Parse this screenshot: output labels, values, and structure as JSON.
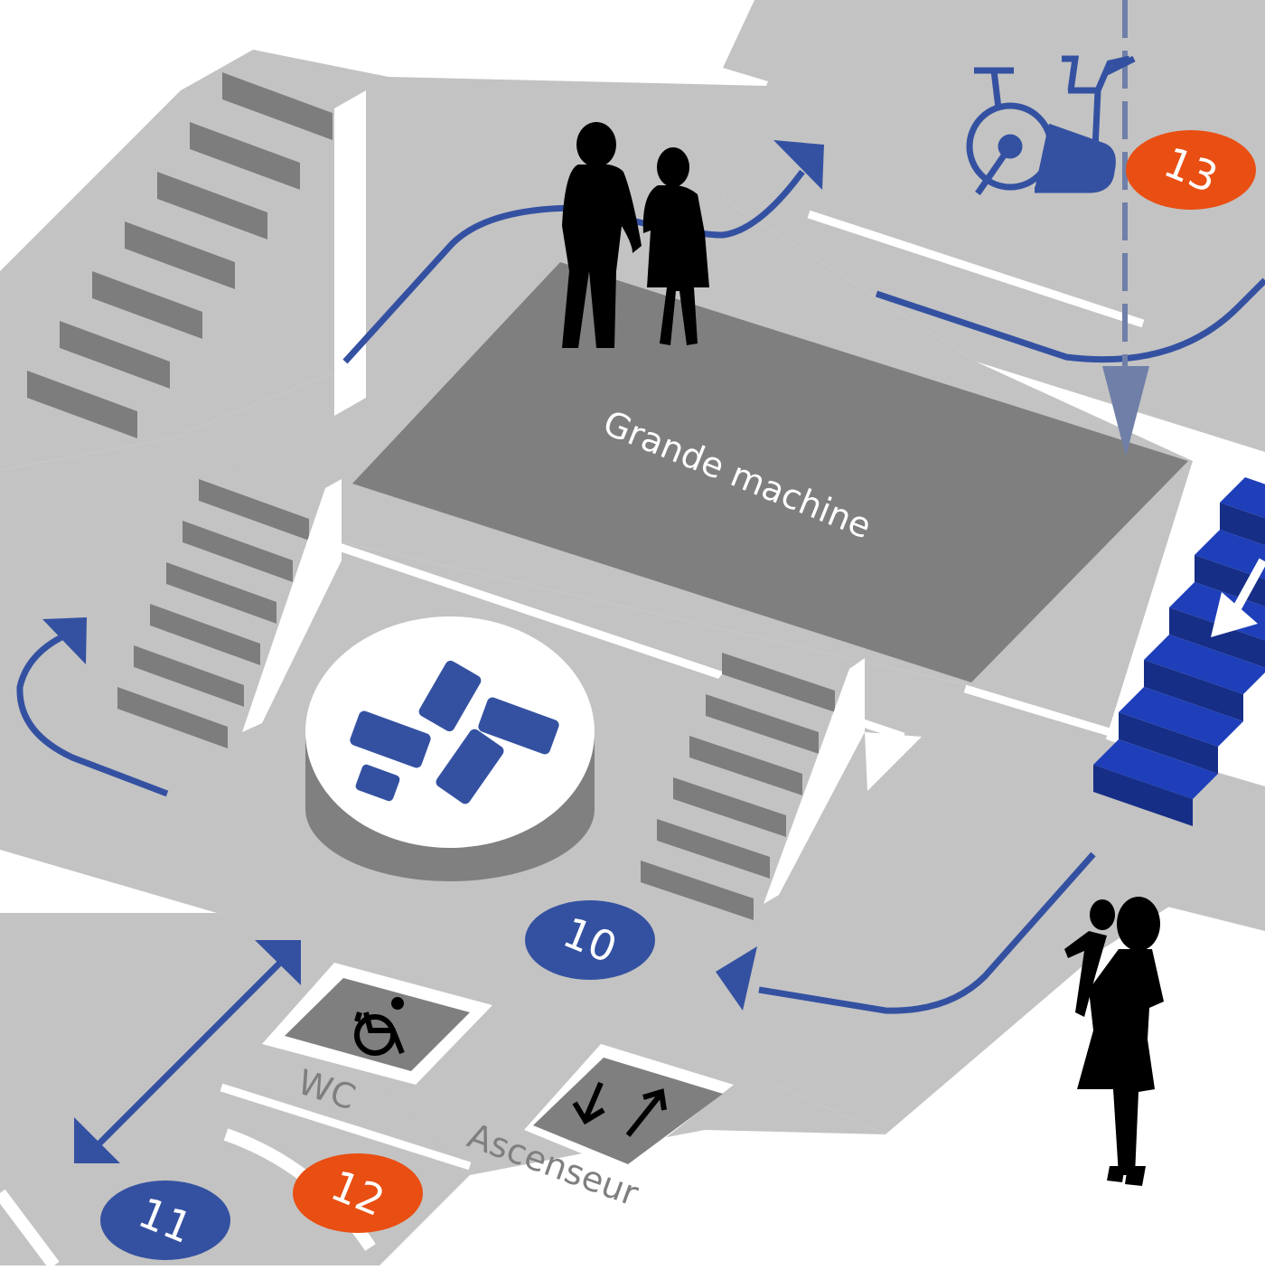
{
  "map": {
    "colors": {
      "floor": "#c3c3c3",
      "floor_dark": "#828282",
      "stairs_top": "#c3c3c3",
      "stairs_front": "#7d7d7d",
      "white": "#ffffff",
      "route_blue": "#3451a1",
      "stairs_blue_top": "#1e3fb9",
      "stairs_blue_front": "#162e86",
      "badge_blue": "#3451a1",
      "badge_orange": "#e94e12",
      "dashed_route": "#6f7fa8",
      "silhouette": "#000000"
    },
    "areas": {
      "grande_machine": "Grande machine",
      "wc": "WC",
      "elevator": "Ascenseur"
    },
    "markers": [
      {
        "id": "10",
        "label": "10",
        "color": "blue"
      },
      {
        "id": "11",
        "label": "11",
        "color": "blue"
      },
      {
        "id": "12",
        "label": "12",
        "color": "orange"
      },
      {
        "id": "13",
        "label": "13",
        "color": "orange"
      }
    ],
    "icons": {
      "info_point": "info-plus-icon",
      "exercise_bike": "exercise-bike-icon",
      "wheelchair": "wheelchair-icon",
      "elevator": "elevator-arrows-icon"
    }
  }
}
